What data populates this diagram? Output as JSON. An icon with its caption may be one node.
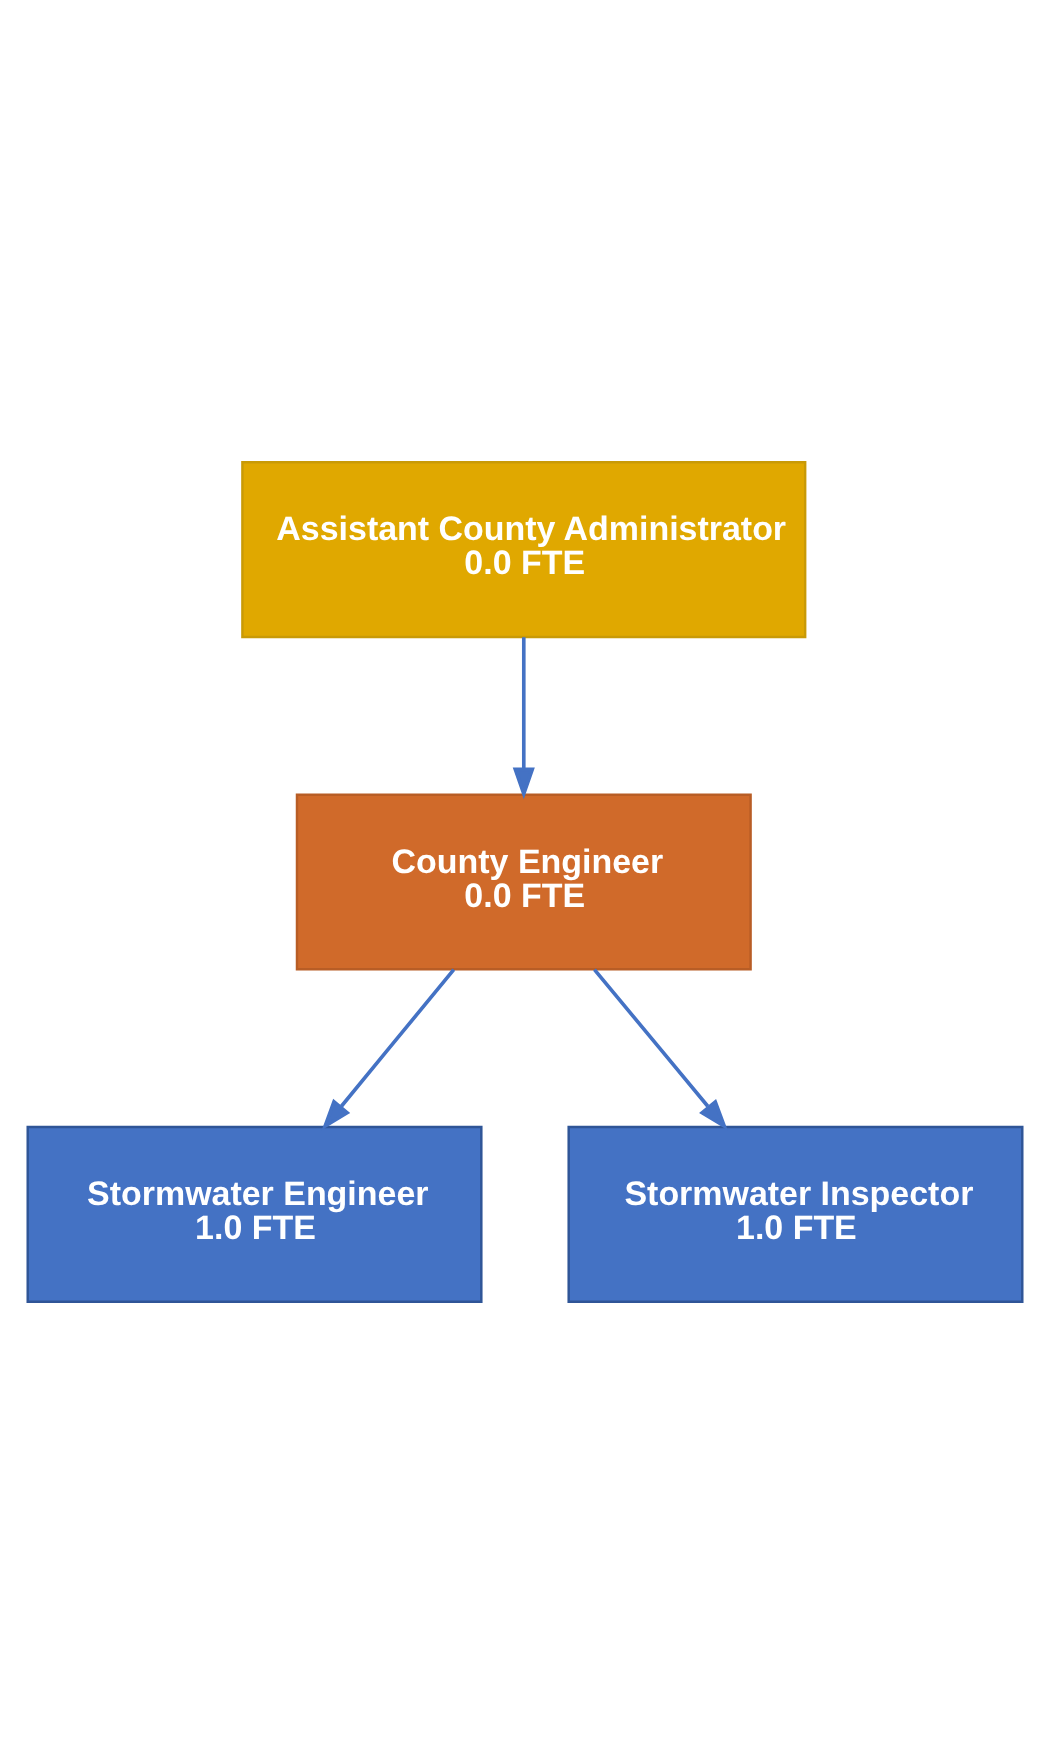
{
  "diagram": {
    "nodes": [
      {
        "text": [
          "Assistant County Administrator",
          "0.0 FTE"
        ]
      },
      {
        "text": [
          "County Engineer",
          "0.0 FTE"
        ]
      },
      {
        "text": [
          "Stormwater Engineer",
          "1.0 FTE"
        ]
      },
      {
        "text": [
          "Stormwater Inspector",
          "1.0 FTE"
        ]
      }
    ],
    "edges": [
      {
        "from": 0,
        "to": 1,
        "arrow": "to"
      },
      {
        "from": 1,
        "to": 2,
        "arrow": "to"
      },
      {
        "from": 1,
        "to": 3,
        "arrow": "to"
      }
    ]
  }
}
